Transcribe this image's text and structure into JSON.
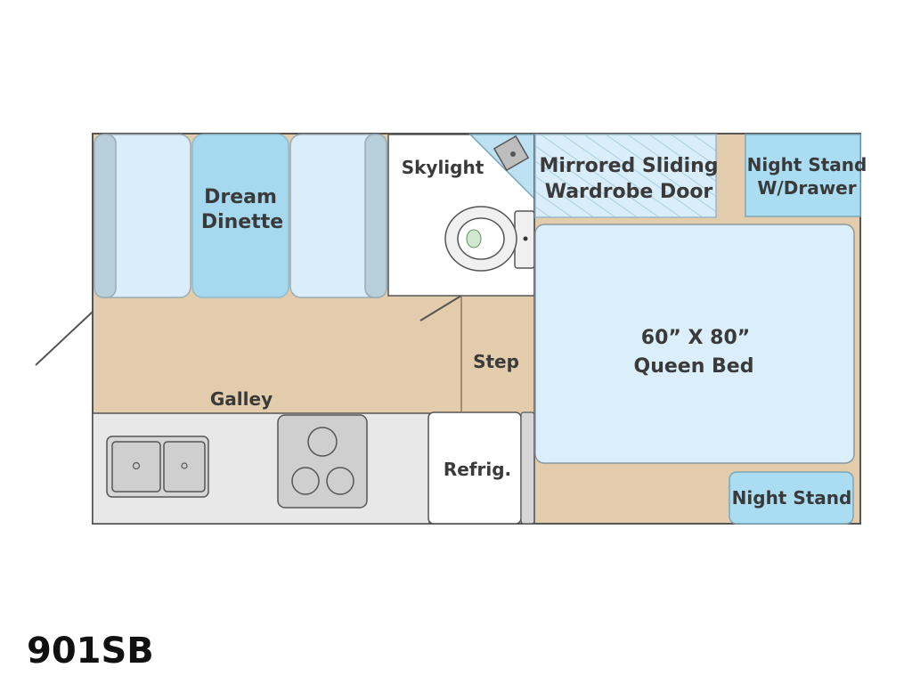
{
  "floorplan": {
    "model": "901SB",
    "labels": {
      "dinette_line1": "Dream",
      "dinette_line2": "Dinette",
      "skylight": "Skylight",
      "wardrobe_line1": "Mirrored Sliding",
      "wardrobe_line2": "Wardrobe Door",
      "nightstand_drawer_line1": "Night Stand",
      "nightstand_drawer_line2": "W/Drawer",
      "bed_line1": "60” X 80”",
      "bed_line2": "Queen Bed",
      "step": "Step",
      "galley": "Galley",
      "refrig": "Refrig.",
      "nightstand": "Night Stand"
    },
    "colors": {
      "floor": "#e3ccab",
      "cushion_light": "#d9eefa",
      "cushion_accent": "#a6d9ef",
      "bed": "#dbeffb",
      "nightstand": "#aadcf2",
      "counter": "#e8e8e8",
      "appliance": "#cfcfcf",
      "outline": "#555555",
      "text": "#3a3a3a"
    }
  }
}
